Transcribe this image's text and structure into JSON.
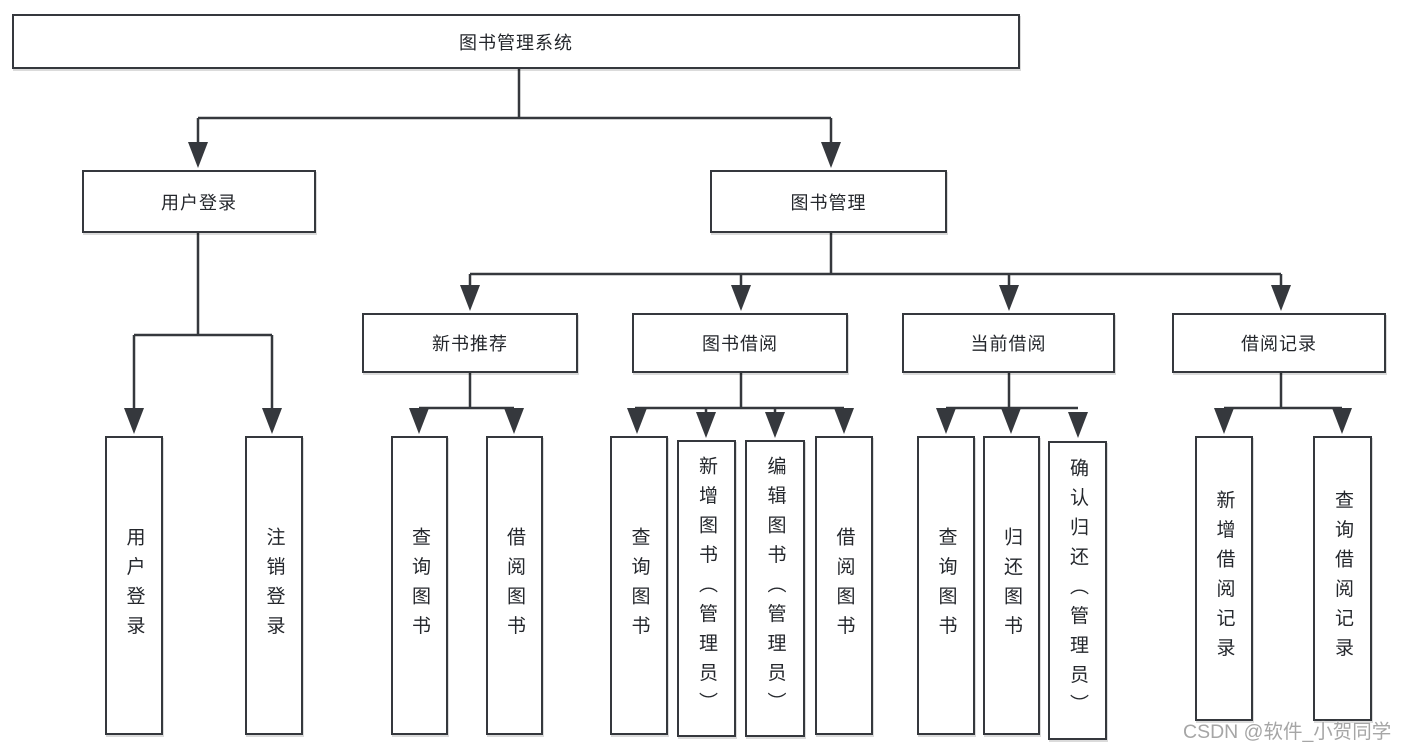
{
  "diagram": {
    "root": {
      "label": "图书管理系统"
    },
    "branches": [
      {
        "label": "用户登录",
        "children": [
          {
            "label": "用户登录"
          },
          {
            "label": "注销登录"
          }
        ]
      },
      {
        "label": "图书管理",
        "children": [
          {
            "label": "新书推荐",
            "children": [
              {
                "label": "查询图书"
              },
              {
                "label": "借阅图书"
              }
            ]
          },
          {
            "label": "图书借阅",
            "children": [
              {
                "label": "查询图书"
              },
              {
                "label": "新增图书（管理员）"
              },
              {
                "label": "编辑图书（管理员）"
              },
              {
                "label": "借阅图书"
              }
            ]
          },
          {
            "label": "当前借阅",
            "children": [
              {
                "label": "查询图书"
              },
              {
                "label": "归还图书"
              },
              {
                "label": "确认归还（管理员）"
              }
            ]
          },
          {
            "label": "借阅记录",
            "children": [
              {
                "label": "新增借阅记录"
              },
              {
                "label": "查询借阅记录"
              }
            ]
          }
        ]
      }
    ]
  },
  "watermark": {
    "text": "CSDN @软件_小贺同学"
  },
  "colors": {
    "line": "#35383d",
    "text": "#24272c",
    "watermark": "#a6a6a6",
    "background": "#ffffff"
  }
}
